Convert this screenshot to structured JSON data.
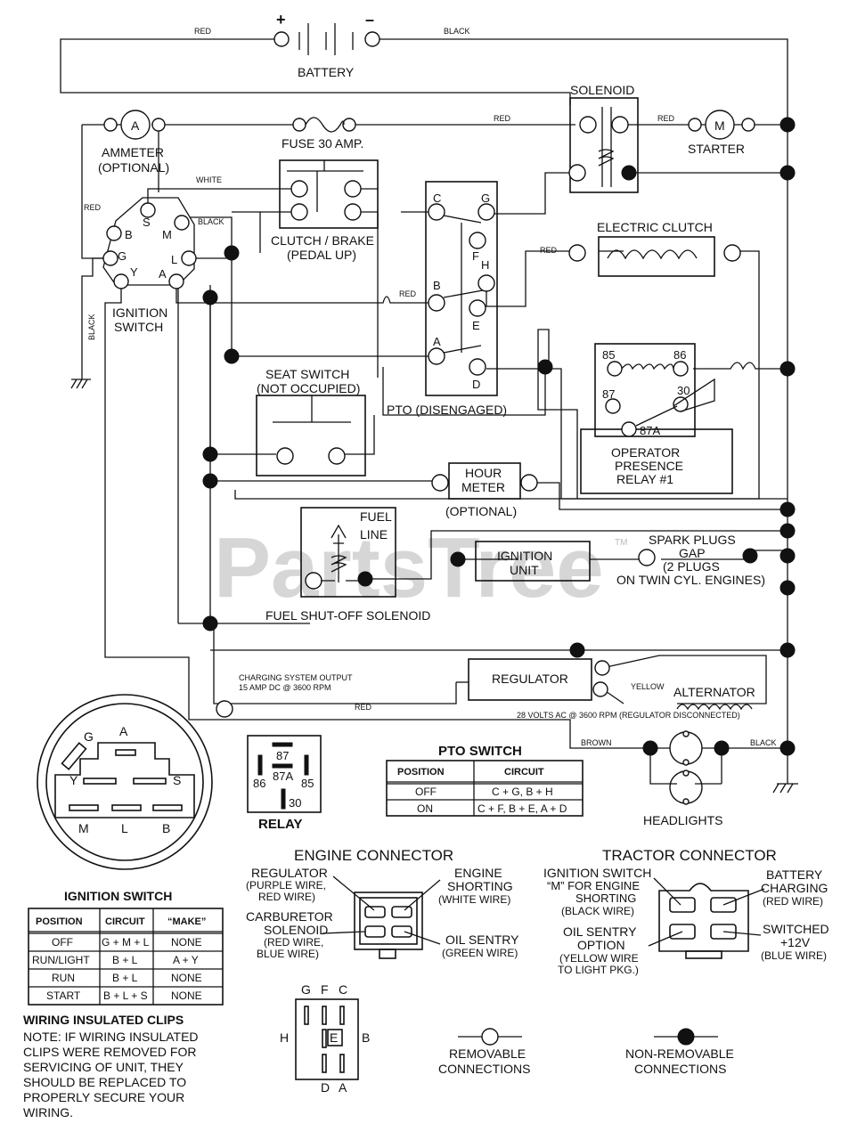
{
  "watermark": {
    "text": "PartsTree",
    "tm": "TM"
  },
  "wire_colors": {
    "red": "RED",
    "black": "BLACK",
    "white": "WHITE",
    "yellow": "YELLOW",
    "brown": "BROWN"
  },
  "components": {
    "battery": "BATTERY",
    "battery_plus": "+",
    "battery_minus": "–",
    "solenoid": "SOLENOID",
    "starter": "STARTER",
    "starter_symbol": "M",
    "ammeter_symbol": "A",
    "ammeter_line1": "AMMETER",
    "ammeter_line2": "(OPTIONAL)",
    "fuse": "FUSE 30 AMP.",
    "clutch_brake_line1": "CLUTCH / BRAKE",
    "clutch_brake_line2": "(PEDAL UP)",
    "electric_clutch": "ELECTRIC CLUTCH",
    "ignition_switch_line1": "IGNITION",
    "ignition_switch_line2": "SWITCH",
    "seat_switch_line1": "SEAT SWITCH",
    "seat_switch_line2": "(NOT OCCUPIED)",
    "pto": "PTO (DISENGAGED)",
    "relay_line1": "OPERATOR",
    "relay_line2": "PRESENCE",
    "relay_line3": "RELAY #1",
    "hour_meter_line1": "HOUR",
    "hour_meter_line2": "METER",
    "hour_meter_opt": "(OPTIONAL)",
    "fuel_line1": "FUEL",
    "fuel_line2": "LINE",
    "fuel_solenoid": "FUEL SHUT-OFF SOLENOID",
    "ignition_unit_line1": "IGNITION",
    "ignition_unit_line2": "UNIT",
    "spark_line1": "SPARK PLUGS",
    "spark_line2": "GAP",
    "spark_line3": "(2 PLUGS",
    "spark_line4": "ON TWIN CYL. ENGINES)",
    "charging_line1": "CHARGING SYSTEM OUTPUT",
    "charging_line2": "15 AMP DC @ 3600 RPM",
    "regulator": "REGULATOR",
    "alternator": "ALTERNATOR",
    "alternator_note": "28 VOLTS AC @ 3600 RPM (REGULATOR DISCONNECTED)",
    "headlights": "HEADLIGHTS"
  },
  "ignition_terminals": {
    "s": "S",
    "m": "M",
    "b": "B",
    "l": "L",
    "g": "G",
    "y": "Y",
    "a": "A"
  },
  "pto_terminals": {
    "c": "C",
    "g": "G",
    "f": "F",
    "h": "H",
    "b": "B",
    "e": "E",
    "a": "A",
    "d": "D"
  },
  "relay_terminals": {
    "t85": "85",
    "t86": "86",
    "t87": "87",
    "t30": "30",
    "t87a": "87A"
  },
  "relay_diagram": {
    "title": "RELAY",
    "t87": "87",
    "t87a": "87A",
    "t86": "86",
    "t85": "85",
    "t30": "30"
  },
  "pto_switch": {
    "title": "PTO SWITCH",
    "headers": [
      "POSITION",
      "CIRCUIT"
    ],
    "rows": [
      [
        "OFF",
        "C + G, B + H"
      ],
      [
        "ON",
        "C + F, B + E, A + D"
      ]
    ]
  },
  "ignition_switch_diagram": {
    "title": "IGNITION SWITCH",
    "labels": {
      "g": "G",
      "a": "A",
      "y": "Y",
      "s": "S",
      "m": "M",
      "l": "L",
      "b": "B"
    }
  },
  "ignition_table": {
    "headers": [
      "POSITION",
      "CIRCUIT",
      "“MAKE”"
    ],
    "rows": [
      [
        "OFF",
        "G + M + L",
        "NONE"
      ],
      [
        "RUN/LIGHT",
        "B + L",
        "A + Y"
      ],
      [
        "RUN",
        "B + L",
        "NONE"
      ],
      [
        "START",
        "B + L + S",
        "NONE"
      ]
    ]
  },
  "wiring_note": {
    "title": "WIRING INSULATED CLIPS",
    "lines": [
      "NOTE: IF WIRING INSULATED",
      "CLIPS WERE REMOVED FOR",
      "SERVICING OF UNIT, THEY",
      "SHOULD BE REPLACED TO",
      "PROPERLY SECURE YOUR",
      "WIRING."
    ]
  },
  "engine_connector": {
    "title": "ENGINE CONNECTOR",
    "regulator": [
      "REGULATOR",
      "(PURPLE WIRE,",
      "RED WIRE)"
    ],
    "carburetor": [
      "CARBURETOR",
      "SOLENOID",
      "(RED WIRE,",
      "BLUE WIRE)"
    ],
    "shorting": [
      "ENGINE",
      "SHORTING",
      "(WHITE WIRE)"
    ],
    "oil": [
      "OIL SENTRY",
      "(GREEN WIRE)"
    ]
  },
  "tractor_connector": {
    "title": "TRACTOR CONNECTOR",
    "ignition": [
      "IGNITION SWITCH",
      "“M” FOR ENGINE",
      "SHORTING",
      "(BLACK WIRE)"
    ],
    "oil": [
      "OIL SENTRY",
      "OPTION",
      "(YELLOW WIRE",
      "TO LIGHT PKG.)"
    ],
    "battery": [
      "BATTERY",
      "CHARGING",
      "(RED WIRE)"
    ],
    "switched": [
      "SWITCHED",
      "+12V",
      "(BLUE WIRE)"
    ]
  },
  "pto_plug": {
    "g": "G",
    "f": "F",
    "c": "C",
    "h": "H",
    "e": "E",
    "b": "B",
    "d": "D",
    "a": "A"
  },
  "legend": {
    "removable": [
      "REMOVABLE",
      "CONNECTIONS"
    ],
    "non_removable": [
      "NON-REMOVABLE",
      "CONNECTIONS"
    ]
  }
}
